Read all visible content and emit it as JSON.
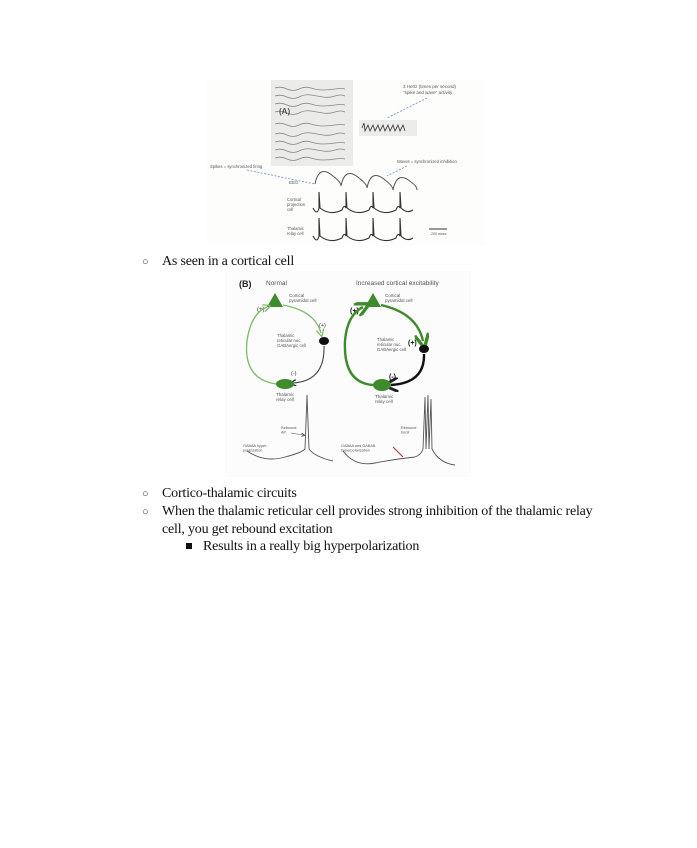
{
  "figure_a": {
    "panel_label": "(A)",
    "callout_top": [
      "3 Hertz (times per second)",
      "\"spike and wave\" activity"
    ],
    "callout_left": "Spikes = synchronized firing",
    "callout_right": "Waves = synchronized inhibition",
    "row_labels": [
      "EEG",
      "Cortical projection cell",
      "Thalamic relay cell"
    ],
    "scale_bar": "200 msec"
  },
  "caption_a": {
    "bullet": "○",
    "text": "As seen in a cortical cell"
  },
  "figure_b": {
    "panel_label": "(B)",
    "left_title": "Normal",
    "right_title": "Increased cortical excitability",
    "cortical_cell": "Cortical pyramidal cell",
    "reticular_cell": [
      "Thalamic",
      "reticular nuc.",
      "GABAergic cell"
    ],
    "relay_cell": [
      "Thalamic",
      "relay cell"
    ],
    "plus": "(+)",
    "minus": "(-)",
    "left_trace_labels": {
      "rebound": [
        "Rebound",
        "AP"
      ],
      "hyper": [
        "GABAA hyper-",
        "polarization"
      ]
    },
    "right_trace_labels": {
      "rebound": [
        "Rebound",
        "burst"
      ],
      "hyper": [
        "GABAA and GABAB",
        "hyperpolarization"
      ]
    },
    "colors": {
      "green": "#3d8b2a",
      "light_green": "#7dbb6a",
      "black": "#111111",
      "red_arrow": "#b02020"
    }
  },
  "bullets": [
    {
      "glyph": "○",
      "text": "Cortico-thalamic circuits"
    },
    {
      "glyph": "○",
      "text": "When the thalamic reticular cell provides strong inhibition of the thalamic relay",
      "continuation": "cell, you get rebound excitation"
    }
  ],
  "sub_bullets": [
    {
      "glyph": "■",
      "text": "Results in a really big hyperpolarization"
    }
  ]
}
